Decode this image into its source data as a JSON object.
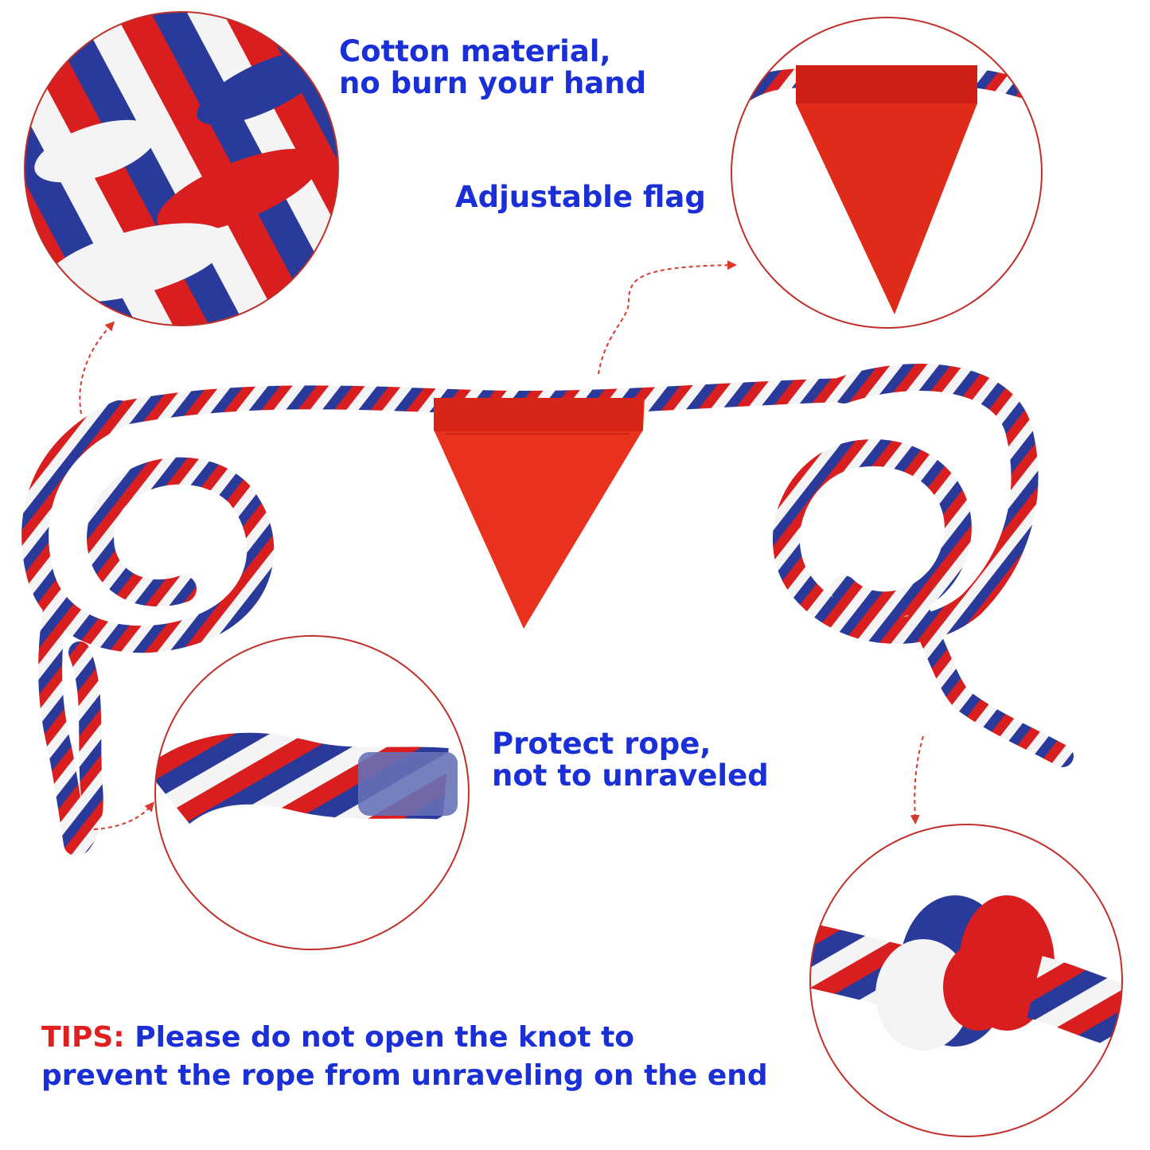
{
  "captions": {
    "cotton": [
      "Cotton material,",
      "no burn your hand"
    ],
    "flag": "Adjustable flag",
    "protect": [
      "Protect rope,",
      "not to unraveled"
    ]
  },
  "tips": {
    "label": "TIPS:",
    "line1": " Please do not open the knot to",
    "line2": "prevent the rope from unraveling on the end"
  },
  "colors": {
    "caption_text": "#1a2fd6",
    "tips_label": "#e02020",
    "circle_border": "#c0302a",
    "arrow": "#d83a2c",
    "rope_red": "#d81e1e",
    "rope_blue": "#2a3a9a",
    "rope_white": "#f4f4f4",
    "flag_red": "#e8321e"
  }
}
